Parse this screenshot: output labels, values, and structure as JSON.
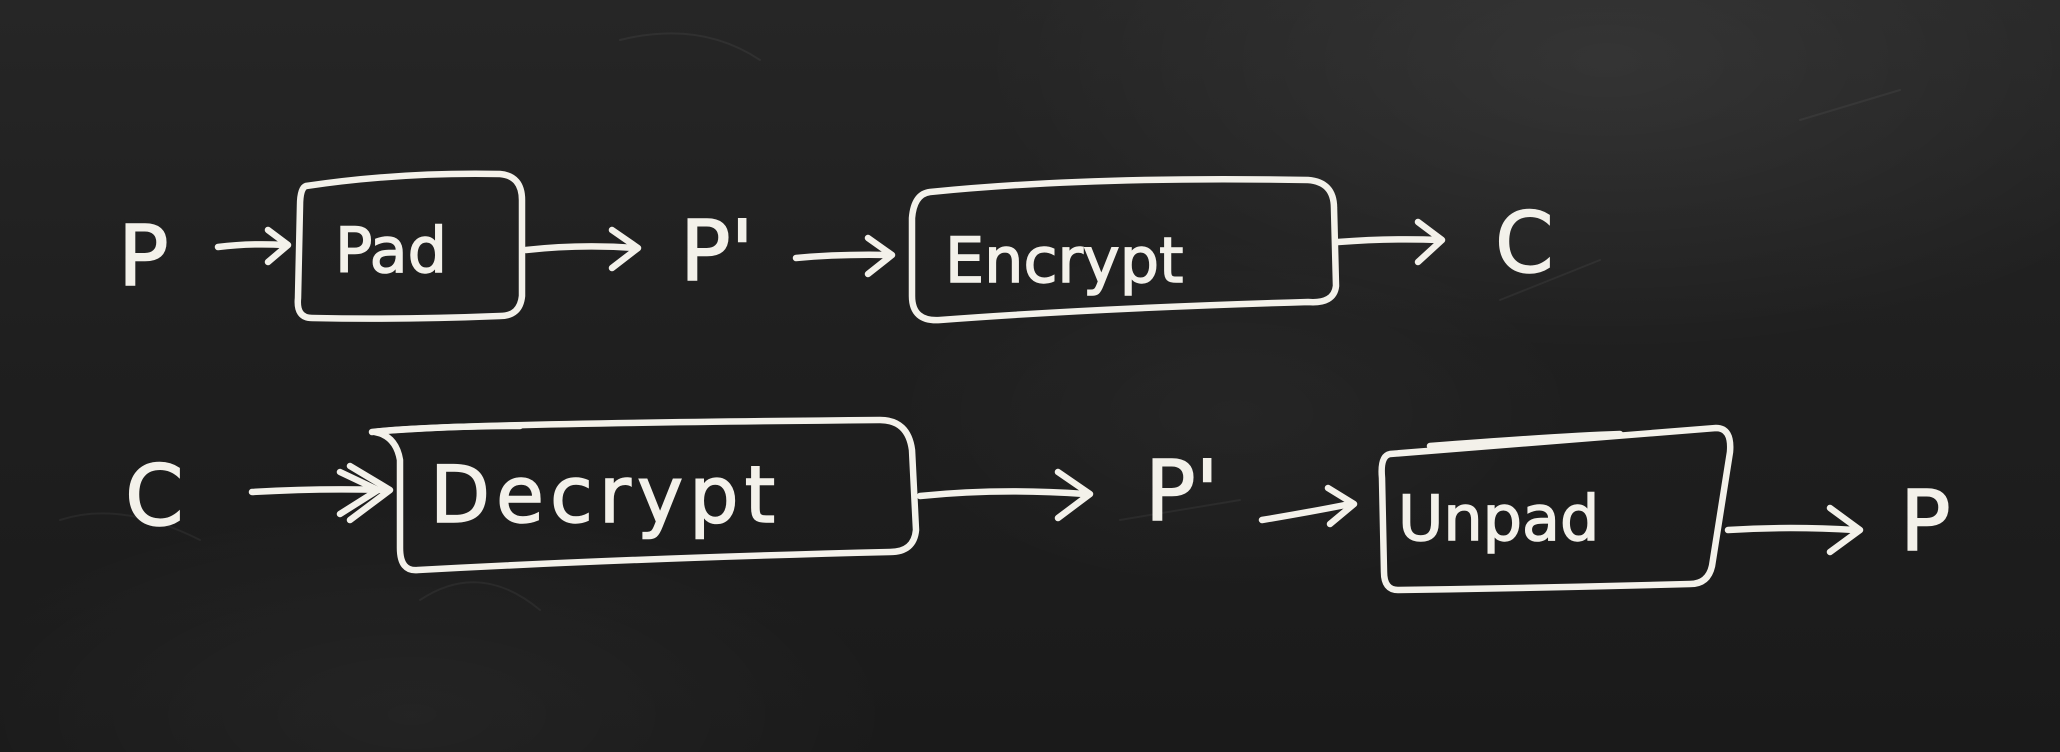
{
  "diagram": {
    "encrypt_flow": {
      "input": "P",
      "step1": "Pad",
      "intermediate": "P'",
      "step2": "Encrypt",
      "output": "C"
    },
    "decrypt_flow": {
      "input": "C",
      "step1": "Decrypt",
      "intermediate": "P'",
      "step2": "Unpad",
      "output": "P"
    }
  },
  "colors": {
    "chalk": "#f3f1ea",
    "board": "#202020"
  }
}
